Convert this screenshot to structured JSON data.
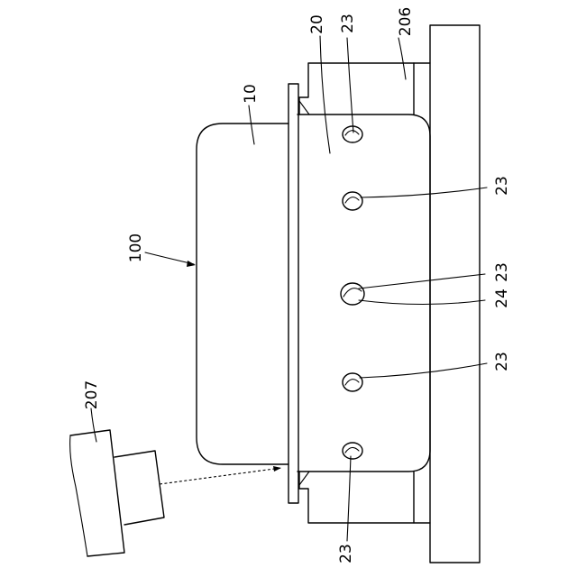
{
  "labels": {
    "assembly": "100",
    "member_10": "10",
    "member_20": "20",
    "base_206": "206",
    "device_207": "207",
    "hole_23": "23",
    "hole_24": "24"
  }
}
